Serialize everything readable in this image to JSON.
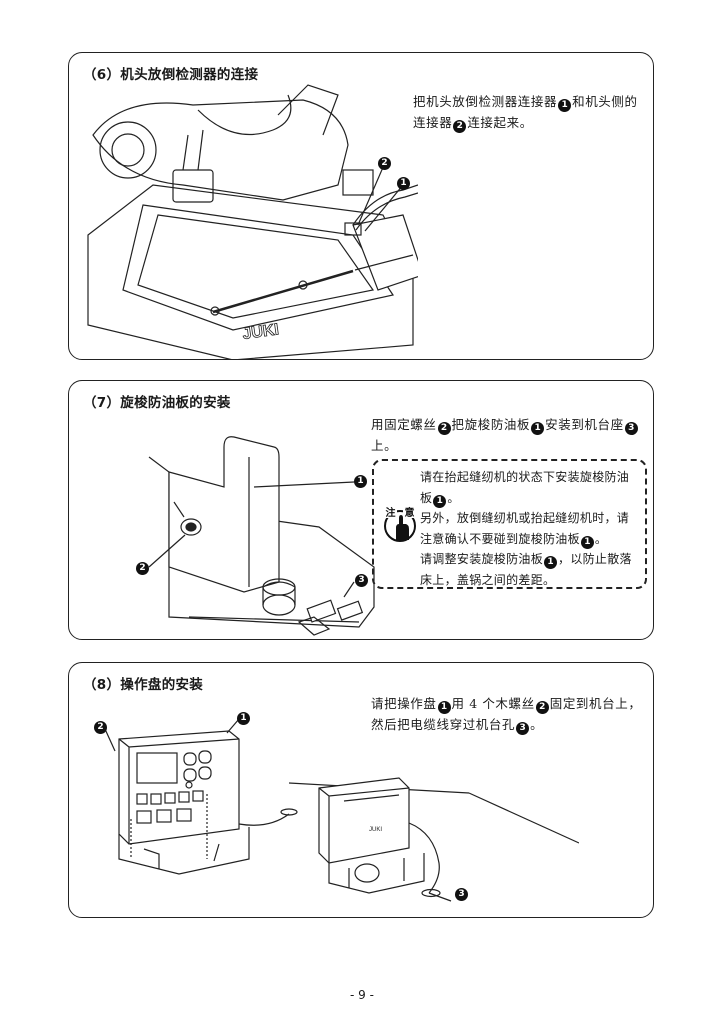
{
  "sections": [
    {
      "title": "（6）机头放倒检测器的连接",
      "text_parts": [
        "把机头放倒检测器连接器",
        "1",
        "和机头侧的连接器",
        "2",
        "连接起来。"
      ],
      "callouts": [
        "2",
        "1"
      ]
    },
    {
      "title": "（7）旋梭防油板的安装",
      "text_parts": [
        "用固定螺丝",
        "2",
        "把旋梭防油板",
        "1",
        "安装到机台座",
        "3",
        "上。"
      ],
      "caution": {
        "icon_label": [
          "注",
          "意"
        ],
        "line1_parts": [
          "请在抬起缝纫机的状态下安装旋梭防油板",
          "1",
          "。"
        ],
        "line2_parts": [
          "另外，放倒缝纫机或抬起缝纫机时，请注意确认不要碰到旋梭防油板",
          "1",
          "。"
        ],
        "line3_parts": [
          "请调整安装旋梭防油板",
          "1",
          "，以防止散落床上，盖锅之间的差距。"
        ]
      },
      "callouts": [
        "1",
        "2",
        "3"
      ]
    },
    {
      "title": "（8）操作盘的安装",
      "text_parts": [
        "请把操作盘",
        "1",
        "用 4 个木螺丝",
        "2",
        "固定到机台上，然后把电缆线穿过机台孔",
        "3",
        "。"
      ],
      "callouts": [
        "2",
        "1",
        "3"
      ],
      "brand": "JUKI"
    }
  ],
  "figure1_brand": "JUKI",
  "page_number": "- 9 -"
}
